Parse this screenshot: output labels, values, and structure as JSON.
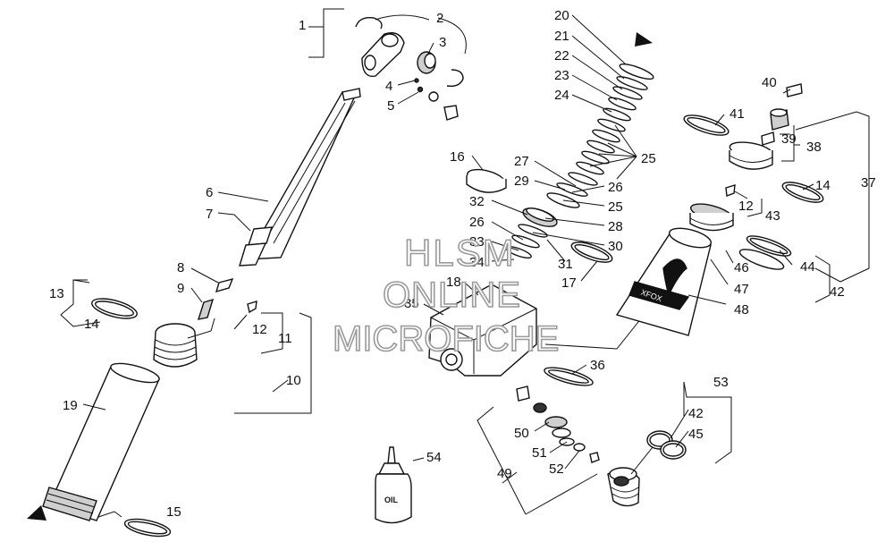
{
  "callouts": [
    "1",
    "2",
    "3",
    "4",
    "5",
    "6",
    "7",
    "8",
    "9",
    "10",
    "11",
    "12",
    "13",
    "14",
    "15",
    "16",
    "17",
    "18",
    "19",
    "20",
    "21",
    "22",
    "23",
    "24",
    "25",
    "26",
    "27",
    "28",
    "29",
    "30",
    "31",
    "32",
    "33",
    "34",
    "35",
    "36",
    "37",
    "38",
    "39",
    "40",
    "41",
    "42",
    "43",
    "44",
    "45",
    "46",
    "47",
    "48",
    "49",
    "50",
    "51",
    "52",
    "53",
    "54"
  ],
  "labels": {
    "oil_bottle": "OIL",
    "shock_brand": "XFOX"
  },
  "watermark": {
    "line1": "HLSM",
    "line2": "ONLINE",
    "line3": "MICROFICHE"
  },
  "colors": {
    "line": "#111111",
    "watermark_outline": "#9a9a9a",
    "background": "#ffffff"
  },
  "icons": [
    "arrow-pointer-icon"
  ]
}
